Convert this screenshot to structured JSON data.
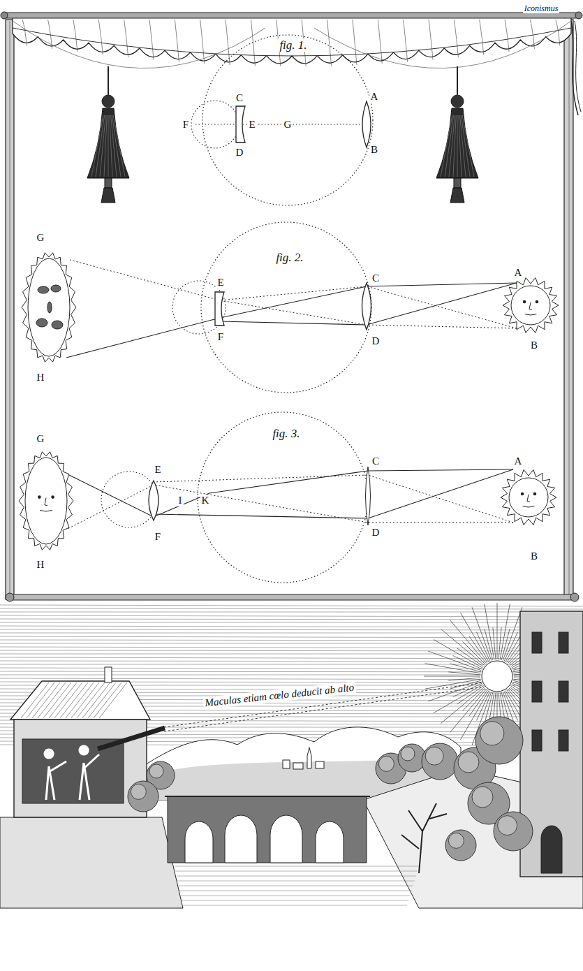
{
  "diagram": {
    "labels": [
      "Iconismus",
      "fig. 1.",
      "C",
      "D",
      "F",
      "E",
      "G",
      "A",
      "B",
      "fig. 2.",
      "G",
      "H",
      "E",
      "F",
      "C",
      "D",
      "A",
      "B",
      "fig. 3.",
      "G",
      "H",
      "E",
      "F",
      "I",
      "K",
      "C",
      "D",
      "A",
      "B",
      "Maculas etiam cœlo deducit ab alto"
    ]
  }
}
